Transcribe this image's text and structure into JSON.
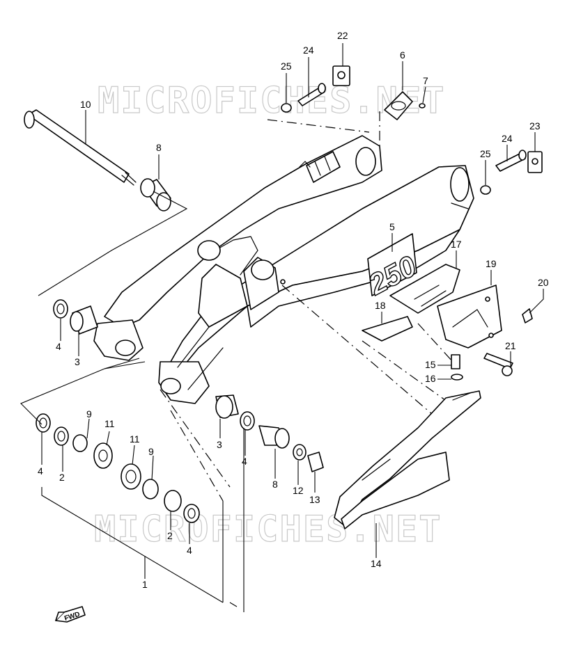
{
  "watermark": {
    "text": "MICROFICHES.NET"
  },
  "swingarm_marking": "250",
  "fwd_label": "FWD",
  "callouts": {
    "c1": "1",
    "c2a": "2",
    "c2b": "2",
    "c3a": "3",
    "c3b": "3",
    "c4a": "4",
    "c4b": "4",
    "c4c": "4",
    "c4d": "4",
    "c5": "5",
    "c6": "6",
    "c7": "7",
    "c8a": "8",
    "c8b": "8",
    "c9a": "9",
    "c9b": "9",
    "c10": "10",
    "c11a": "11",
    "c11b": "11",
    "c12": "12",
    "c13": "13",
    "c14": "14",
    "c15": "15",
    "c16": "16",
    "c17": "17",
    "c18": "18",
    "c19": "19",
    "c20": "20",
    "c21": "21",
    "c22": "22",
    "c23": "23",
    "c24a": "24",
    "c24b": "24",
    "c25a": "25",
    "c25b": "25"
  }
}
